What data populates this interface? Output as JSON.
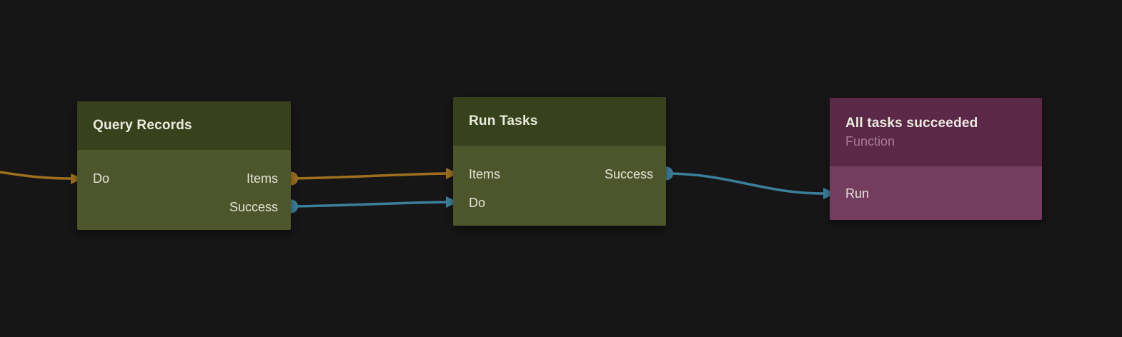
{
  "colors": {
    "background": "#161616",
    "green_header": "#37421c",
    "green_body": "#4d562b",
    "purple_header": "#5b2848",
    "purple_body": "#743d5f",
    "orange": "#9e701d",
    "blue": "#3b809b",
    "title_text": "#eceade",
    "port_text": "#e4e2d6",
    "subtitle_text": "#a97e99"
  },
  "nodes": {
    "query_records": {
      "title": "Query Records",
      "inputs": {
        "do": "Do"
      },
      "outputs": {
        "items": "Items",
        "success": "Success"
      }
    },
    "run_tasks": {
      "title": "Run Tasks",
      "inputs": {
        "items": "Items",
        "do": "Do"
      },
      "outputs": {
        "success": "Success"
      }
    },
    "all_tasks_succeeded": {
      "title": "All tasks succeeded",
      "subtitle": "Function",
      "inputs": {
        "run": "Run"
      }
    }
  },
  "edges": [
    {
      "from": "offscreen-left",
      "to": "query_records.inputs.do",
      "color": "#9e701d"
    },
    {
      "from": "query_records.outputs.items",
      "to": "run_tasks.inputs.items",
      "color": "#9e701d"
    },
    {
      "from": "query_records.outputs.success",
      "to": "run_tasks.inputs.do",
      "color": "#3b809b"
    },
    {
      "from": "run_tasks.outputs.success",
      "to": "all_tasks_succeeded.inputs.run",
      "color": "#3b809b"
    }
  ]
}
